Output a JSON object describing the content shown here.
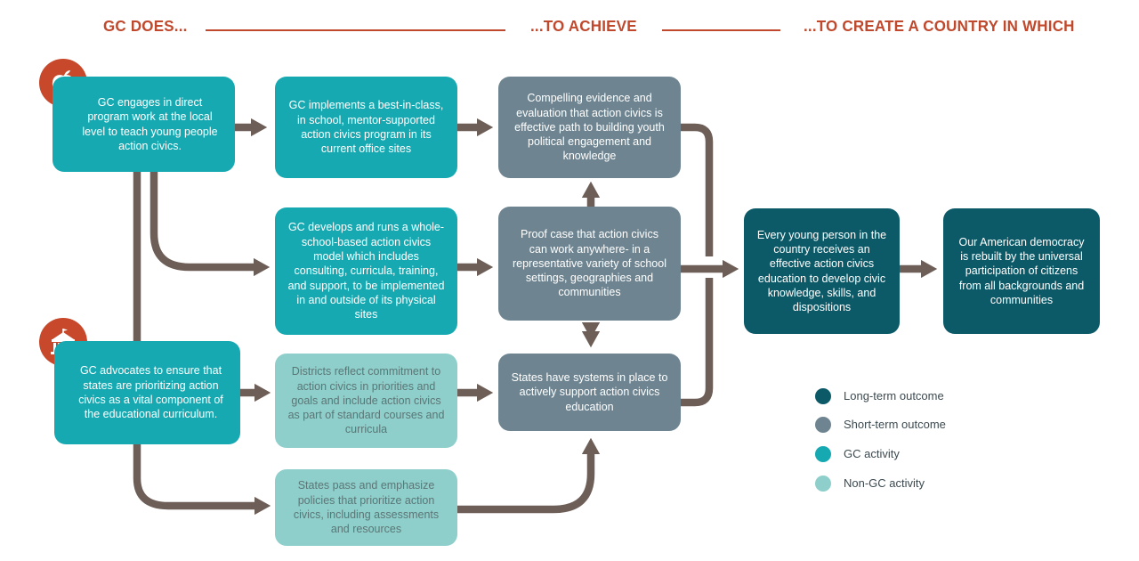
{
  "headers": {
    "does": "GC DOES...",
    "achieve": "...TO ACHIEVE",
    "create": "...TO CREATE A COUNTRY IN WHICH"
  },
  "colors": {
    "accent": "#c0482c",
    "gc_activity": "#17a9b1",
    "non_gc_activity": "#8ecfcb",
    "short_term": "#6e8591",
    "long_term": "#0c5a68",
    "connector": "#6d5f58"
  },
  "icons": {
    "direct_work": "apple-icon",
    "advocacy": "schoolhouse-icon"
  },
  "nodes": {
    "direct": "GC engages in direct program work at the local level to teach young people action civics.",
    "advocate": "GC advocates to ensure that states are prioritizing action civics as a vital component of the educational curriculum.",
    "implements": "GC implements a best-in-class, in school, mentor-supported action civics program in its current office sites",
    "develops": "GC develops and runs a whole-school-based action civics model which includes consulting, curricula, training, and support, to be implemented in and outside of its physical sites",
    "districts": "Districts reflect commitment to action civics in priorities and goals and  include action civics as part of standard courses and curricula",
    "states_pass": "States pass and emphasize policies that prioritize action civics, including  assessments and resources",
    "evidence": "Compelling evidence and evaluation that action civics is effective path to building youth political engagement and knowledge",
    "proof": "Proof case that action civics can work anywhere- in a representative  variety of school settings, geographies and communities",
    "systems": "States have systems in place to actively support action civics education",
    "every_young": "Every young person in the country receives an effective action civics education to develop civic knowledge, skills, and dispositions",
    "democracy": "Our American democracy is rebuilt by the universal participation of citizens from all backgrounds and communities"
  },
  "legend": [
    {
      "label": "Long-term outcome",
      "color": "#0c5a68"
    },
    {
      "label": "Short-term outcome",
      "color": "#6e8591"
    },
    {
      "label": "GC activity",
      "color": "#17a9b1"
    },
    {
      "label": "Non-GC activity",
      "color": "#8ecfcb"
    }
  ]
}
